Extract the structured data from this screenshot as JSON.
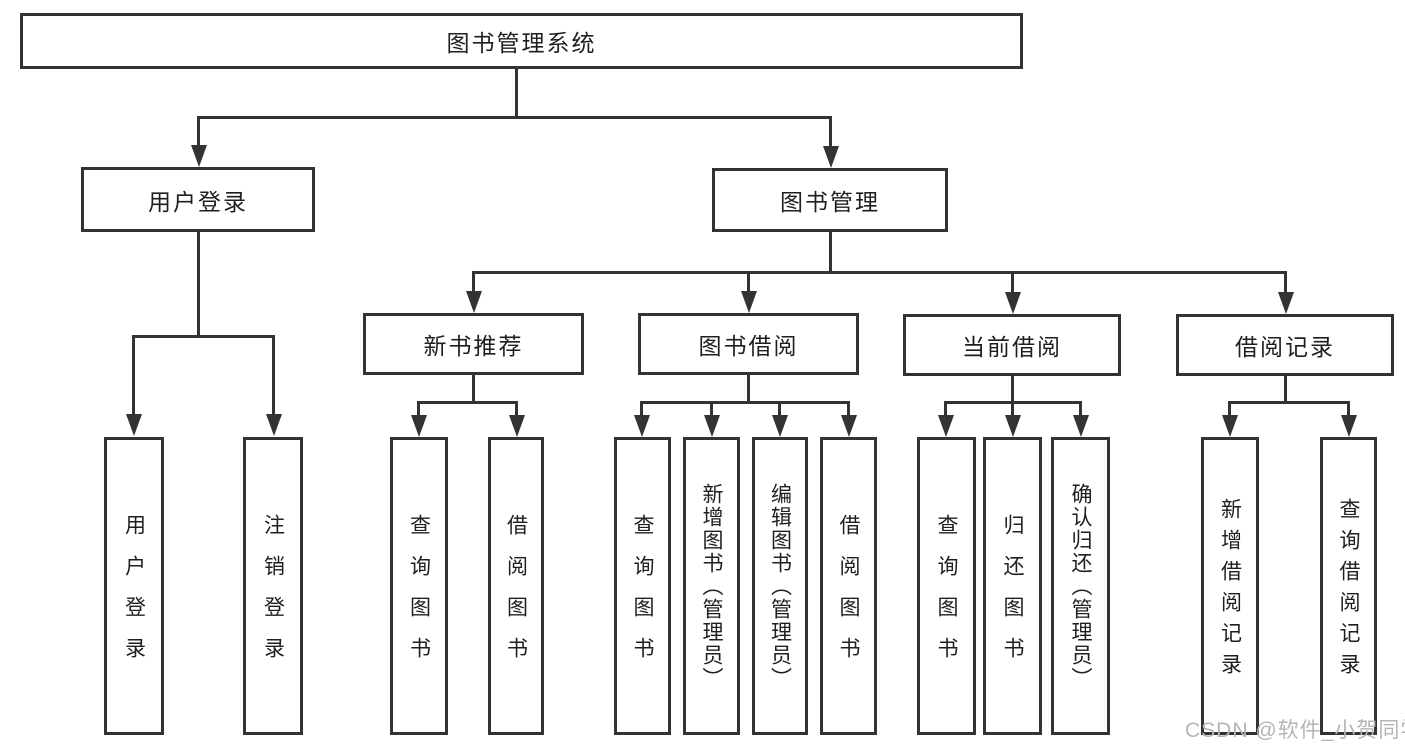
{
  "diagram": {
    "root": {
      "label": "图书管理系统"
    },
    "level2": [
      {
        "label": "用户登录"
      },
      {
        "label": "图书管理"
      }
    ],
    "level3": [
      {
        "label": "新书推荐"
      },
      {
        "label": "图书借阅"
      },
      {
        "label": "当前借阅"
      },
      {
        "label": "借阅记录"
      }
    ],
    "leaves": {
      "user_login": [
        "用户登录",
        "注销登录"
      ],
      "new_book": [
        "查询图书",
        "借阅图书"
      ],
      "book_borrow": [
        "查询图书",
        "新增图书（管理员）",
        "编辑图书（管理员）",
        "借阅图书"
      ],
      "current_borrow": [
        "查询图书",
        "归还图书",
        "确认归还（管理员）"
      ],
      "borrow_record": [
        "新增借阅记录",
        "查询借阅记录"
      ]
    }
  },
  "watermark": "CSDN @软件_小贺同学",
  "colors": {
    "line": "#333333",
    "box_border": "#333333",
    "box_bg": "#ffffff",
    "text": "#1f1f1f",
    "watermark": "#b5b5b5"
  }
}
